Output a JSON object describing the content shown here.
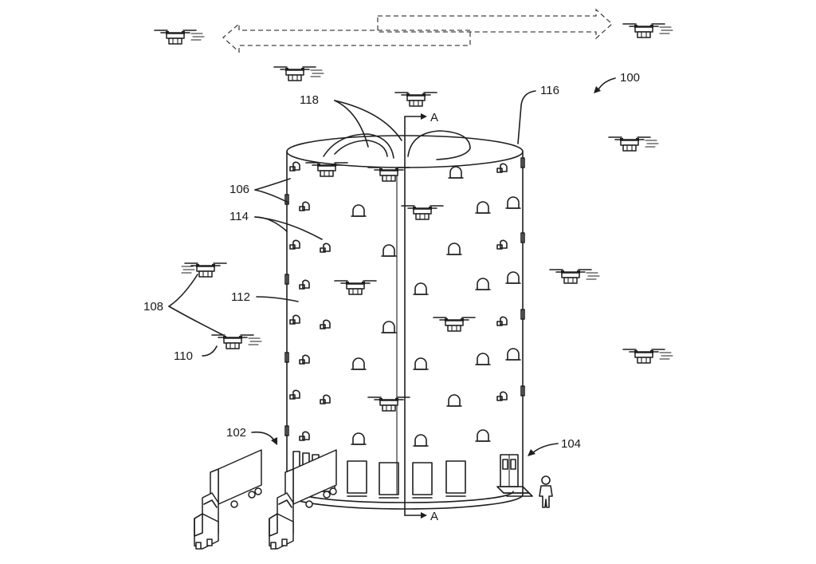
{
  "figure": {
    "references": {
      "system": "100",
      "loading_area": "102",
      "access_point": "104",
      "ports": "106",
      "uavs": "108",
      "package": "110",
      "structure": "112",
      "windows": "114",
      "roof": "116",
      "domes": "118"
    },
    "section_mark": "A"
  }
}
